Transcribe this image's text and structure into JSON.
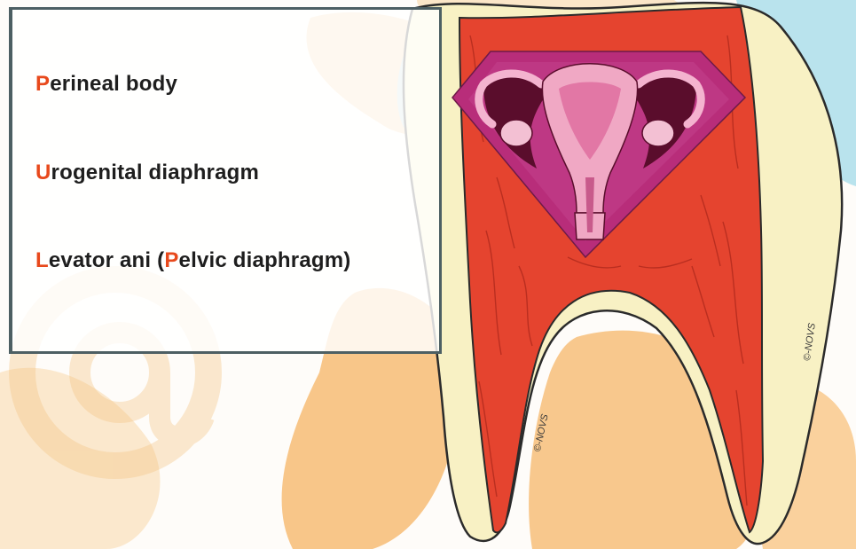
{
  "mnemonic": [
    {
      "initial": "P",
      "rest": "erineal body"
    },
    {
      "initial": "U",
      "rest": "rogenital diaphragm"
    },
    {
      "initial": "L",
      "rest": "evator ani (",
      "initial2": "P",
      "rest2": "elvic diaphragm)"
    }
  ],
  "signatures": {
    "root_left": "©-NOVS",
    "root_right": "©-NOVS"
  },
  "watermark": {
    "symbol": "@"
  },
  "colors": {
    "accent": "#e8491c",
    "pulp_red": "#e5442f",
    "enamel_yellow": "#f8f1c4",
    "background_orange": "#f9c98c",
    "shield_magenta": "#b82d7a",
    "uterus_pink": "#f0a8c4",
    "box_border": "#4d5f63"
  }
}
